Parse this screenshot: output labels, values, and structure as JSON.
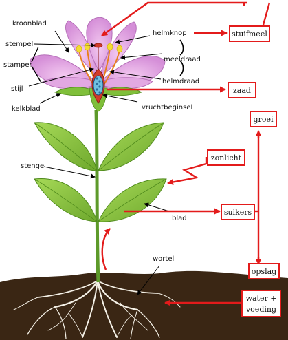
{
  "labels": {
    "kroonblad": "kroonblad",
    "stempel": "stempel",
    "stamper": "stamper",
    "stijl": "stijl",
    "kelkblad": "kelkblad",
    "helmknop": "helmknop",
    "meeldraad": "meeldraad",
    "helmdraad": "helmdraad",
    "vruchtbeginsel": "vruchtbeginsel",
    "stengel": "stengel",
    "blad": "blad",
    "wortel": "wortel"
  },
  "boxes": {
    "stuifmeel": "stuifmeel",
    "zaad": "zaad",
    "groei": "groei",
    "zonlicht": "zonlicht",
    "suikers": "suikers",
    "opslag": "opslag",
    "water_line1": "water +",
    "water_line2": "voeding"
  },
  "colors": {
    "arrow_red": "#e31b1b",
    "petal": "#d999dd",
    "leaf": "#8cc43c",
    "leaf_dark": "#4f8a1c",
    "soil": "#3a2614",
    "root": "#f4f0e6"
  }
}
